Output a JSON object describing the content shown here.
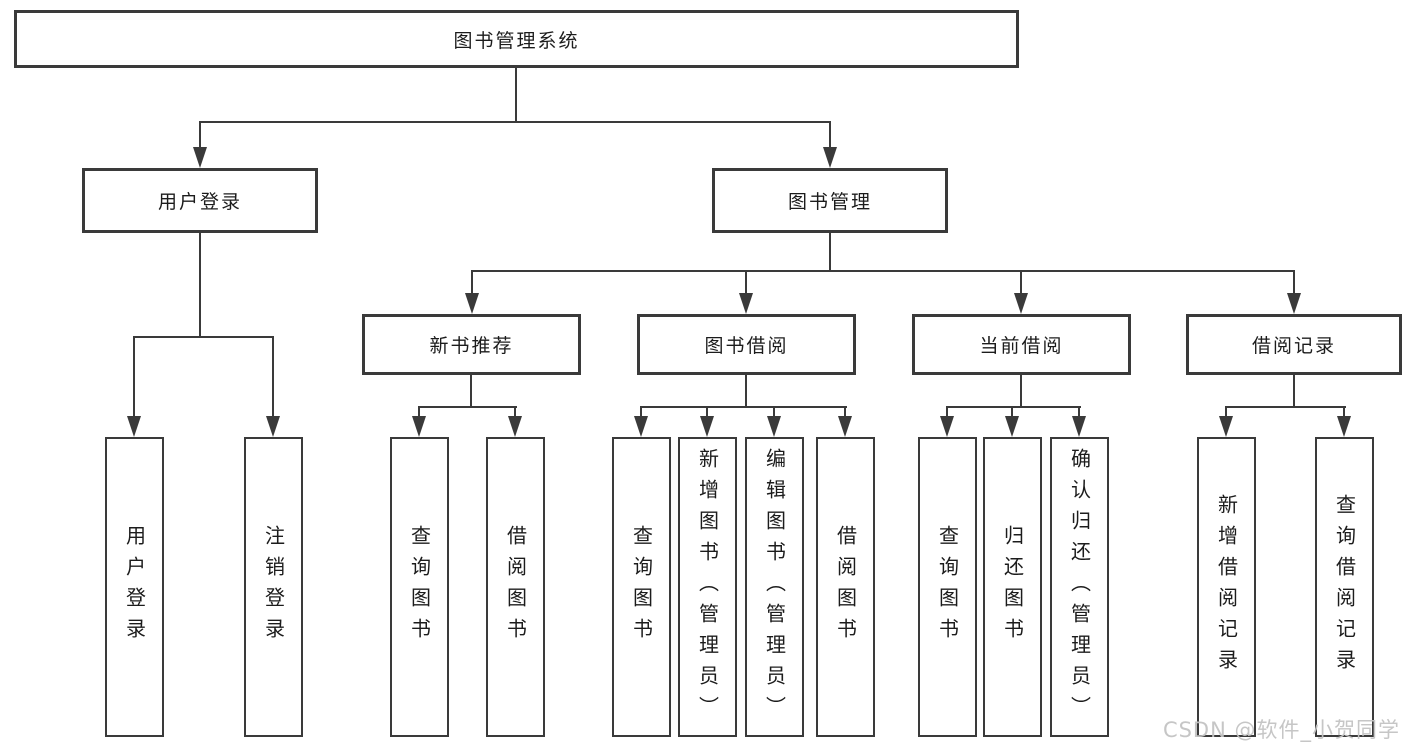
{
  "nodes": {
    "root": "图书管理系统",
    "user_login": "用户登录",
    "book_mgmt": "图书管理",
    "new_books": "新书推荐",
    "book_borrow": "图书借阅",
    "current_borrow": "当前借阅",
    "borrow_records": "借阅记录",
    "leaf_user_login": "用户登录",
    "leaf_logout": "注销登录",
    "nb_query_books": "查询图书",
    "nb_borrow_books": "借阅图书",
    "bb_query_books": "查询图书",
    "bb_add_books_admin": "新增图书（管理员）",
    "bb_edit_books_admin": "编辑图书（管理员）",
    "bb_borrow_books": "借阅图书",
    "cb_query_books": "查询图书",
    "cb_return_books": "归还图书",
    "cb_confirm_return_admin": "确认归还（管理员）",
    "br_add_record": "新增借阅记录",
    "br_query_record": "查询借阅记录"
  },
  "watermark": "CSDN @软件_小贺同学",
  "colors": {
    "line": "#3a3a3a",
    "text": "#1c1c1c",
    "watermark": "#c3c3c3",
    "background": "#ffffff"
  }
}
